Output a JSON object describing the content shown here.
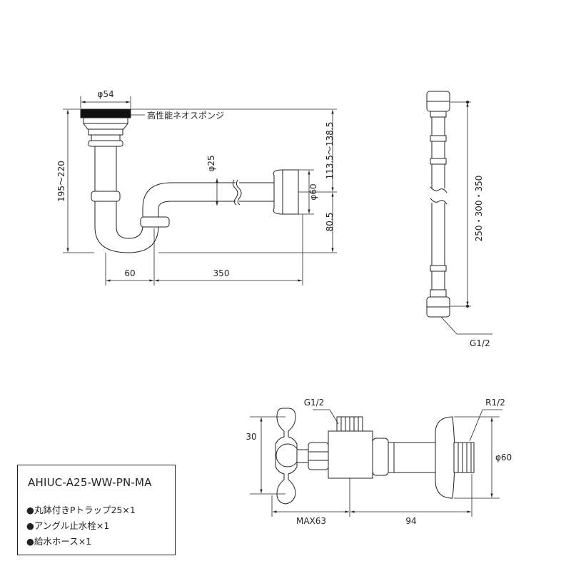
{
  "diagram": {
    "trap": {
      "dim_drain_diameter": "φ54",
      "dim_trap_height": "195～220",
      "dim_pipe_diameter": "φ25",
      "dim_flange_diameter": "φ60",
      "dim_outlet_height": "113.5～138.5",
      "dim_outlet_offset": "80.5",
      "dim_trap_width": "60",
      "dim_outlet_length": "350",
      "label_sponge": "高性能ネオスポンジ"
    },
    "hose": {
      "dim_length": "250・300・350",
      "label_thread": "G1/2"
    },
    "valve": {
      "label_inlet_thread": "G1/2",
      "label_outlet_thread": "R1/2",
      "dim_handle": "30",
      "dim_flange": "φ60",
      "dim_max_width": "MAX63",
      "dim_body_length": "94"
    }
  },
  "info": {
    "model": "AHIUC-A25-WW-PN-MA",
    "items": [
      "●丸鉢付きPトラップ25×1",
      "●アングル止水栓×1",
      "●給水ホース×1"
    ]
  }
}
